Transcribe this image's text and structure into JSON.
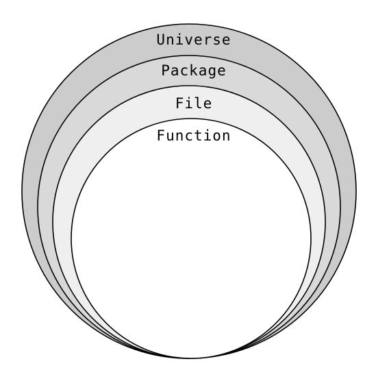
{
  "diagram": {
    "scopes": [
      {
        "key": "universe",
        "label": "Universe",
        "fill": "#cccccc"
      },
      {
        "key": "package",
        "label": "Package",
        "fill": "#d9d9d9"
      },
      {
        "key": "file",
        "label": "File",
        "fill": "#efefef"
      },
      {
        "key": "function",
        "label": "Function",
        "fill": "#ffffff"
      }
    ]
  }
}
